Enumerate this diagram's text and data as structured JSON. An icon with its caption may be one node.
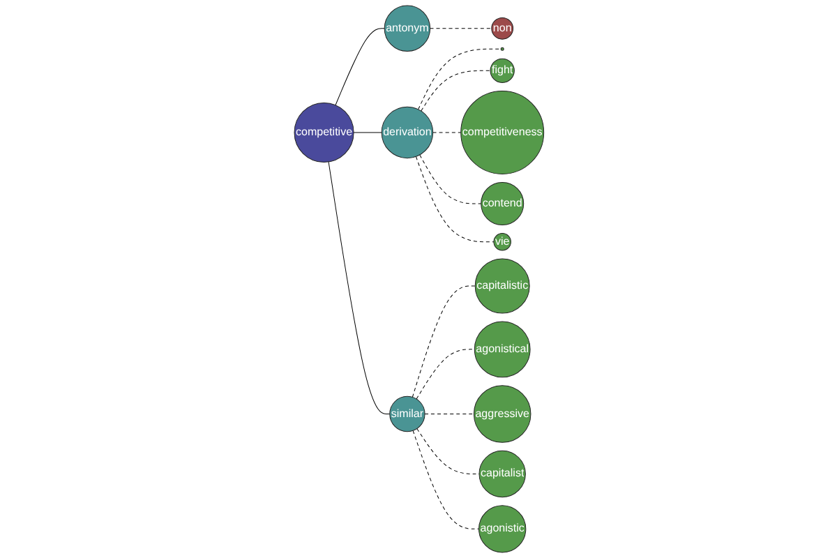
{
  "diagram": {
    "nodes": [
      {
        "text": [
          "competitive"
        ]
      },
      {
        "text": [
          "antonym"
        ]
      },
      {
        "text": [
          "non"
        ]
      },
      {
        "text": [
          "derivation"
        ]
      },
      {
        "text": [],
        "shape": "circle"
      },
      {
        "text": [
          "fight"
        ]
      },
      {
        "text": [
          "competitiveness"
        ]
      },
      {
        "text": [
          "contend"
        ]
      },
      {
        "text": [
          "vie"
        ]
      },
      {
        "text": [
          "similar"
        ]
      },
      {
        "text": [
          "capitalistic"
        ]
      },
      {
        "text": [
          "agonistical"
        ]
      },
      {
        "text": [
          "aggressive"
        ]
      },
      {
        "text": [
          "capitalist"
        ]
      },
      {
        "text": [
          "agonistic"
        ]
      }
    ],
    "edges": [
      {
        "from": 0,
        "to": 1,
        "arrow": "none"
      },
      {
        "from": 1,
        "to": 2,
        "arrow": "none",
        "style": "dashed"
      },
      {
        "from": 0,
        "to": 3,
        "arrow": "none"
      },
      {
        "from": 3,
        "to": 4,
        "arrow": "none",
        "style": "dashed"
      },
      {
        "from": 3,
        "to": 5,
        "arrow": "none",
        "style": "dashed"
      },
      {
        "from": 3,
        "to": 6,
        "arrow": "none",
        "style": "dashed"
      },
      {
        "from": 3,
        "to": 7,
        "arrow": "none",
        "style": "dashed"
      },
      {
        "from": 3,
        "to": 8,
        "arrow": "none",
        "style": "dashed"
      },
      {
        "from": 0,
        "to": 9,
        "arrow": "none"
      },
      {
        "from": 9,
        "to": 10,
        "arrow": "none",
        "style": "dashed"
      },
      {
        "from": 9,
        "to": 11,
        "arrow": "none",
        "style": "dashed"
      },
      {
        "from": 9,
        "to": 12,
        "arrow": "none",
        "style": "dashed"
      },
      {
        "from": 9,
        "to": 13,
        "arrow": "none",
        "style": "dashed"
      },
      {
        "from": 9,
        "to": 14,
        "arrow": "none",
        "style": "dashed"
      }
    ]
  }
}
